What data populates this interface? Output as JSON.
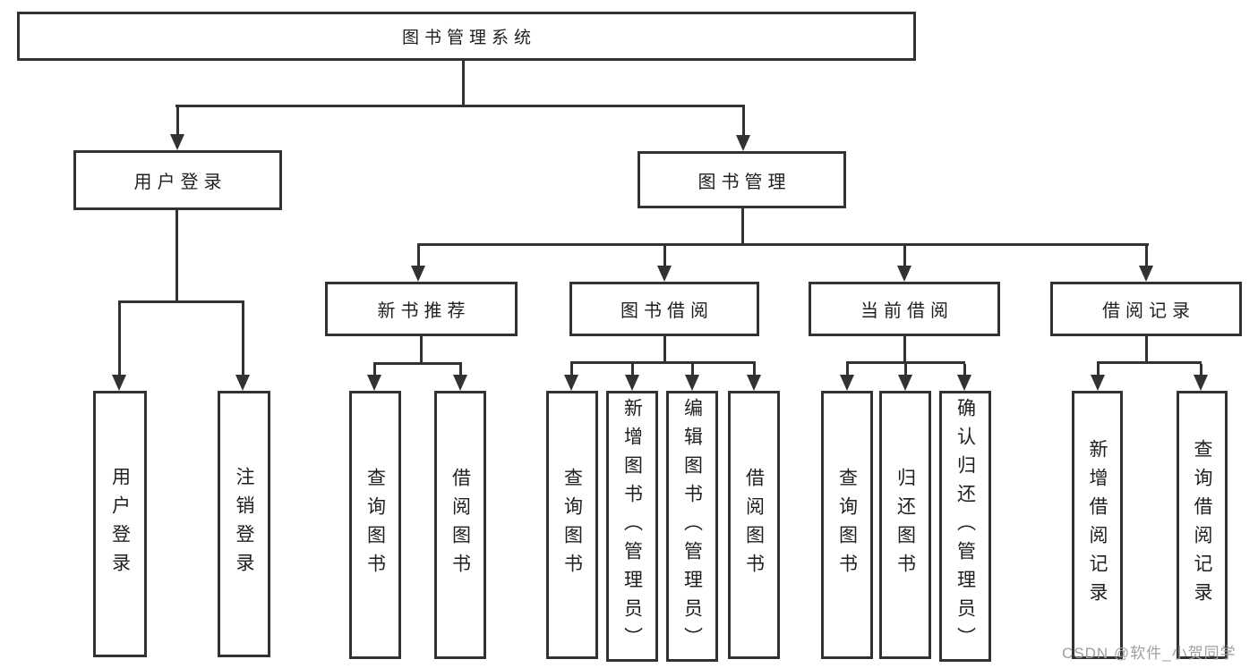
{
  "diagram_title": "图书管理系统",
  "nodes": {
    "root": "图书管理系统",
    "user_login": "用户登录",
    "book_management": "图书管理",
    "new_book_recommend": "新书推荐",
    "book_borrowing": "图书借阅",
    "current_borrowing": "当前借阅",
    "borrowing_records": "借阅记录"
  },
  "leaves": [
    {
      "group": "用户登录",
      "label": "用户登录"
    },
    {
      "group": "用户登录",
      "label": "注销登录"
    },
    {
      "group": "新书推荐",
      "label": "查询图书"
    },
    {
      "group": "新书推荐",
      "label": "借阅图书"
    },
    {
      "group": "图书借阅",
      "label": "查询图书"
    },
    {
      "group": "图书借阅",
      "label": "新增图书（管理员）"
    },
    {
      "group": "图书借阅",
      "label": "编辑图书（管理员）"
    },
    {
      "group": "图书借阅",
      "label": "借阅图书"
    },
    {
      "group": "当前借阅",
      "label": "查询图书"
    },
    {
      "group": "当前借阅",
      "label": "归还图书"
    },
    {
      "group": "当前借阅",
      "label": "确认归还（管理员）"
    },
    {
      "group": "借阅记录",
      "label": "新增借阅记录"
    },
    {
      "group": "借阅记录",
      "label": "查询借阅记录"
    }
  ],
  "watermark": "CSDN @软件_小贺同学",
  "colors": {
    "line": "#323232",
    "text": "#1f1f1f",
    "watermark": "#9f9f9f",
    "background": "#ffffff"
  }
}
